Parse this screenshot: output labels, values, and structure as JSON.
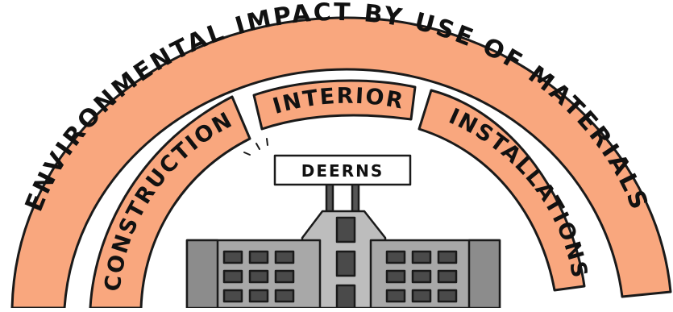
{
  "diagram": {
    "outer_arc_label": "ENVIRONMENTAL IMPACT BY USE OF MATERIALS",
    "segments": [
      {
        "key": "construction",
        "label": "CONSTRUCTION"
      },
      {
        "key": "interior",
        "label": "INTERIOR"
      },
      {
        "key": "installations",
        "label": "INSTALLATIONS"
      }
    ],
    "building_sign": "DEERNS"
  },
  "colors": {
    "arc_fill": "#F9A77E",
    "outline": "#1a1a1a",
    "building_light": "#BDBDBD",
    "building_mid": "#9E9E9E",
    "window": "#4A4A4A",
    "sign_fill": "#FFFFFF"
  }
}
